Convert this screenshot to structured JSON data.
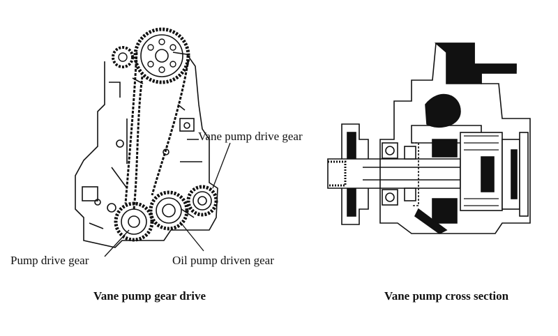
{
  "left_figure": {
    "caption": "Vane pump gear drive",
    "labels": {
      "vane_pump_drive_gear": "Vane pump drive gear",
      "pump_drive_gear": "Pump drive gear",
      "oil_pump_driven_gear": "Oil pump driven gear"
    }
  },
  "right_figure": {
    "caption": "Vane pump cross section"
  },
  "colors": {
    "ink": "#111111",
    "paper": "#ffffff"
  }
}
